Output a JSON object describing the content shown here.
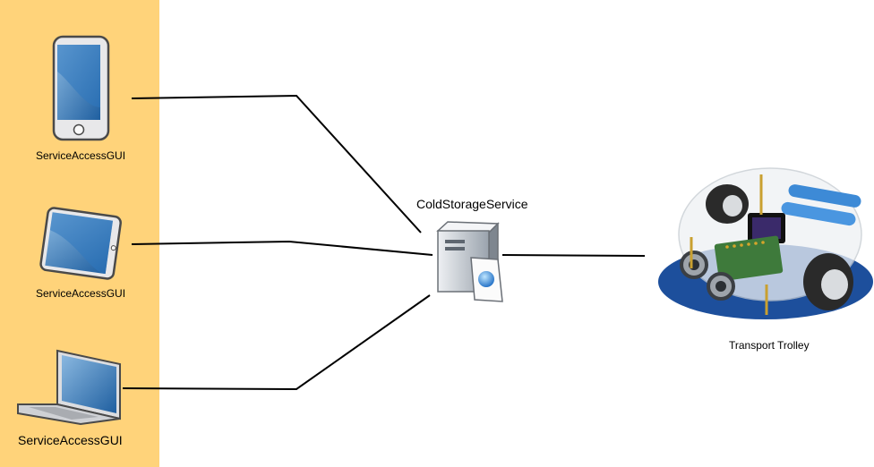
{
  "colors": {
    "panel": "#ffd37a",
    "line": "#000000"
  },
  "clients": [
    {
      "label": "ServiceAccessGUI",
      "icon": "smartphone-icon"
    },
    {
      "label": "ServiceAccessGUI",
      "icon": "tablet-icon"
    },
    {
      "label": "ServiceAccessGUI",
      "icon": "laptop-icon"
    }
  ],
  "server": {
    "label": "ColdStorageService",
    "icon": "server-icon"
  },
  "robot": {
    "label": "Transport Trolley",
    "icon": "robot-trolley-icon"
  }
}
